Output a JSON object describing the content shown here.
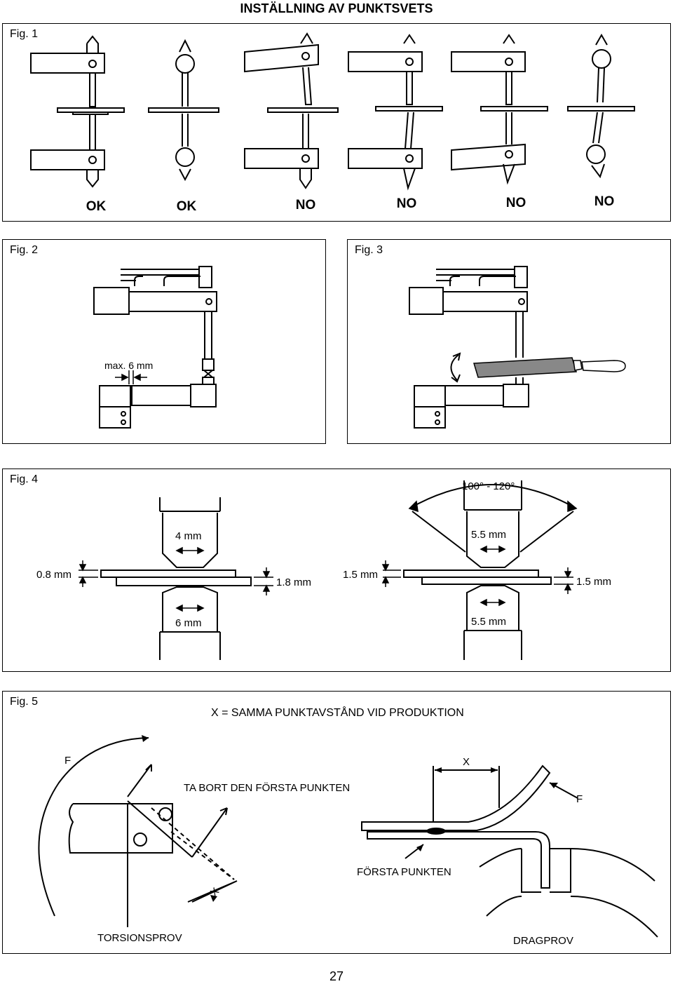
{
  "page_title": "INSTÄLLNING AV PUNKTSVETS",
  "fig1": {
    "label": "Fig. 1",
    "verdicts": [
      "OK",
      "OK",
      "NO",
      "NO",
      "NO",
      "NO"
    ]
  },
  "fig2": {
    "label": "Fig. 2",
    "dimension": "max. 6 mm"
  },
  "fig3": {
    "label": "Fig. 3"
  },
  "fig4": {
    "label": "Fig. 4",
    "angle": "100° - 120°",
    "left_top_tip": "4 mm",
    "left_bottom_tip": "6 mm",
    "left_top_sheet": "0.8 mm",
    "left_bottom_sheet": "1.8 mm",
    "right_top_tip": "5.5 mm",
    "right_bottom_tip": "5.5 mm",
    "right_top_sheet": "1.5 mm",
    "right_bottom_sheet": "1.5 mm"
  },
  "fig5": {
    "label": "Fig. 5",
    "caption": "X = SAMMA PUNKTAVSTÅND VID PRODUKTION",
    "force_left": "F",
    "x_left": "X",
    "remove_first": "TA BORT DEN FÖRSTA PUNKTEN",
    "x_right": "X",
    "force_right": "F",
    "first_point": "FÖRSTA PUNKTEN",
    "torsion": "TORSIONSPROV",
    "pull": "DRAGPROV"
  },
  "page_number": "27"
}
